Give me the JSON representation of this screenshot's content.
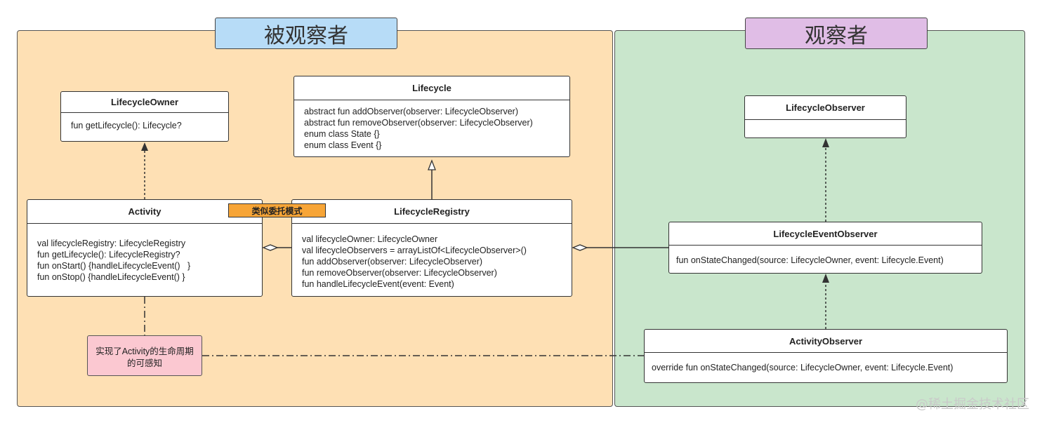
{
  "diagram": {
    "left_panel": {
      "title": "被观察者"
    },
    "right_panel": {
      "title": "观察者"
    },
    "classes": {
      "lifecycle_owner": {
        "name": "LifecycleOwner",
        "members": [
          "fun getLifecycle(): Lifecycle?"
        ]
      },
      "lifecycle": {
        "name": "Lifecycle",
        "members": [
          "abstract fun addObserver(observer: LifecycleObserver)",
          "abstract fun removeObserver(observer: LifecycleObserver)",
          "enum class State {}",
          "enum class Event {}"
        ]
      },
      "activity": {
        "name": "Activity",
        "members": [
          "val lifecycleRegistry: LifecycleRegistry",
          "fun getLifecycle(): LifecycleRegistry?",
          "fun onStart() {handleLifecycleEvent()   }",
          "fun onStop() {handleLifecycleEvent() }"
        ]
      },
      "lifecycle_registry": {
        "name": "LifecycleRegistry",
        "members": [
          "val lifecycleOwner: LifecycleOwner",
          "val lifecycleObservers = arrayListOf<LifecycleObserver>()",
          "fun addObserver(observer: LifecycleObserver)",
          "fun removeObserver(observer: LifecycleObserver)",
          "fun handleLifecycleEvent(event: Event)"
        ]
      },
      "lifecycle_observer": {
        "name": "LifecycleObserver",
        "members": []
      },
      "lifecycle_event_observer": {
        "name": "LifecycleEventObserver",
        "members": [
          "fun onStateChanged(source: LifecycleOwner, event: Lifecycle.Event)"
        ]
      },
      "activity_observer": {
        "name": "ActivityObserver",
        "members": [
          "override fun onStateChanged(source: LifecycleOwner, event: Lifecycle.Event)"
        ]
      }
    },
    "delegate_tag": "类似委托模式",
    "note": "实现了Activity的生命周期的可感知",
    "watermark": "@稀土掘金技术社区"
  }
}
